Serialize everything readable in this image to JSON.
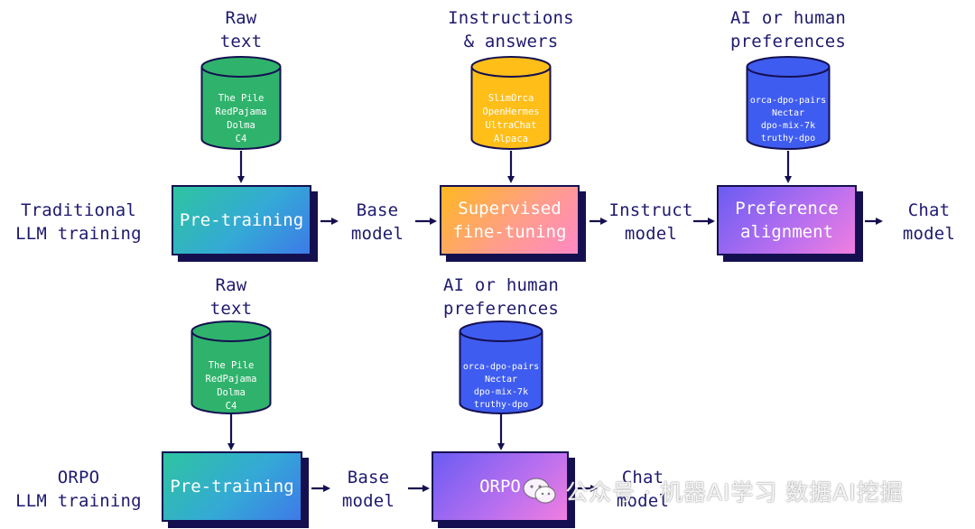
{
  "top_row": {
    "label": "Traditional\nLLM training",
    "cylinders": {
      "raw_text": {
        "title": "Raw\ntext",
        "items": [
          "The Pile",
          "RedPajama",
          "Dolma",
          "C4"
        ]
      },
      "instructions": {
        "title": "Instructions\n& answers",
        "items": [
          "SlimOrca",
          "OpenHermes",
          "UltraChat",
          "Alpaca"
        ]
      },
      "preferences": {
        "title": "AI or human\npreferences",
        "items": [
          "orca-dpo-pairs",
          "Nectar",
          "dpo-mix-7k",
          "truthy-dpo"
        ]
      }
    },
    "boxes": {
      "pretraining": "Pre-training",
      "sft": "Supervised\nfine-tuning",
      "alignment": "Preference\nalignment"
    },
    "outputs": {
      "base_model": "Base\nmodel",
      "instruct_model": "Instruct\nmodel",
      "chat_model": "Chat\nmodel"
    }
  },
  "bottom_row": {
    "label": "ORPO\nLLM training",
    "cylinders": {
      "raw_text": {
        "title": "Raw\ntext",
        "items": [
          "The Pile",
          "RedPajama",
          "Dolma",
          "C4"
        ]
      },
      "preferences": {
        "title": "AI or human\npreferences",
        "items": [
          "orca-dpo-pairs",
          "Nectar",
          "dpo-mix-7k",
          "truthy-dpo"
        ]
      }
    },
    "boxes": {
      "pretraining": "Pre-training",
      "orpo": "ORPO"
    },
    "outputs": {
      "base_model": "Base\nmodel",
      "chat_model": "Chat\nmodel"
    }
  },
  "watermark": "公众号 · 机器AI学习 数据AI挖掘",
  "colors": {
    "ink": "#141050",
    "cyl_green": "#2fb36c",
    "cyl_yellow": "#ffbe18",
    "cyl_blue": "#3f5cf0"
  }
}
